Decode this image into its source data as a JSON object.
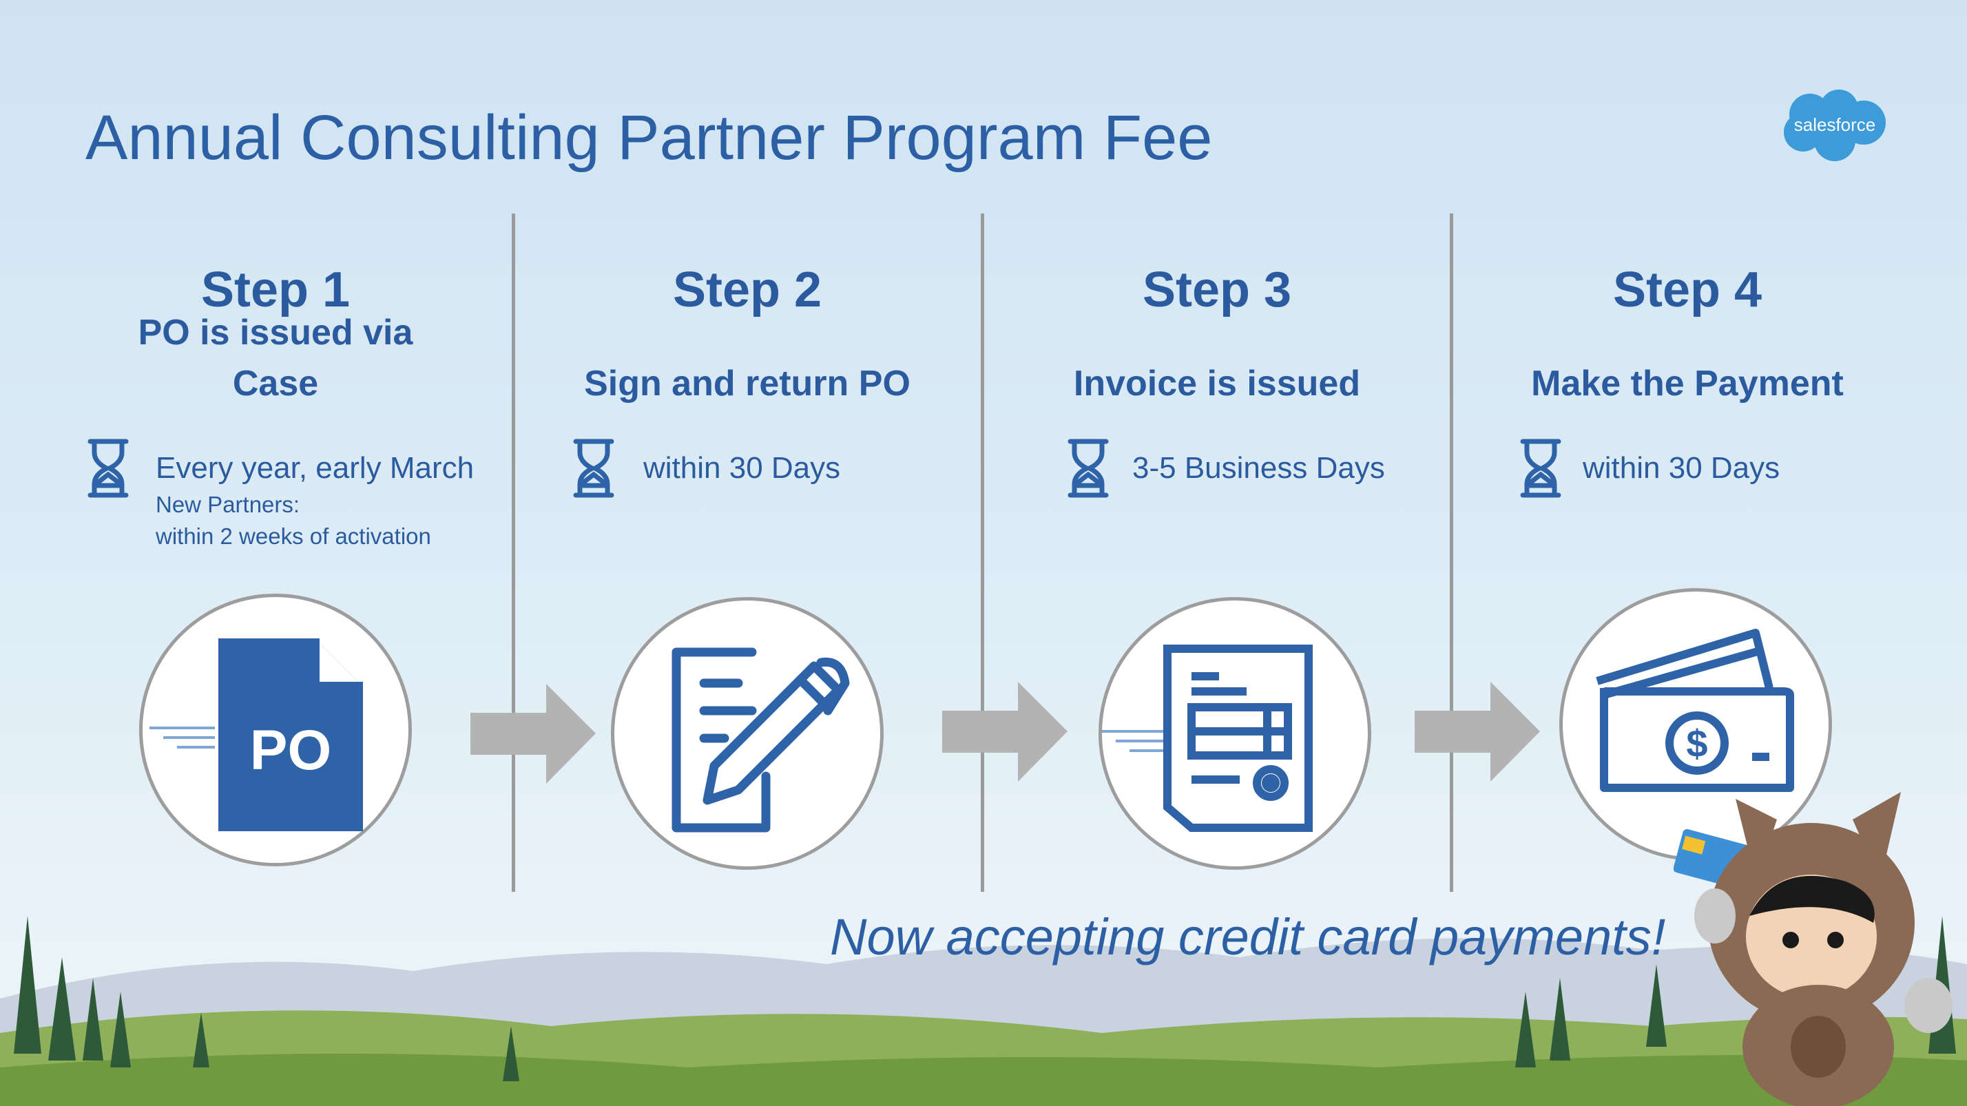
{
  "title": "Annual Consulting Partner Program Fee",
  "logo": {
    "text": "salesforce",
    "color": "#3d9bd9"
  },
  "steps": [
    {
      "step": "Step 1",
      "subtitle_lines": [
        "PO is issued via",
        "Case"
      ],
      "timing": "Every year, early March",
      "notes": [
        "New Partners:",
        "within 2 weeks of activation"
      ],
      "icon": "po-document-icon"
    },
    {
      "step": "Step 2",
      "subtitle_lines": [
        "Sign and return PO"
      ],
      "timing": "within 30 Days",
      "icon": "sign-document-icon"
    },
    {
      "step": "Step 3",
      "subtitle_lines": [
        "Invoice is issued"
      ],
      "timing": "3-5 Business Days",
      "icon": "invoice-icon"
    },
    {
      "step": "Step 4",
      "subtitle_lines": [
        "Make the Payment"
      ],
      "timing": "within 30 Days",
      "icon": "wallet-payment-icon"
    }
  ],
  "po_label": "PO",
  "tagline": "Now accepting credit card payments!",
  "colors": {
    "text": "#2b5b9e",
    "icon": "#2f63a8",
    "divider": "#9a9a9a",
    "arrow": "#b3b3b3"
  }
}
